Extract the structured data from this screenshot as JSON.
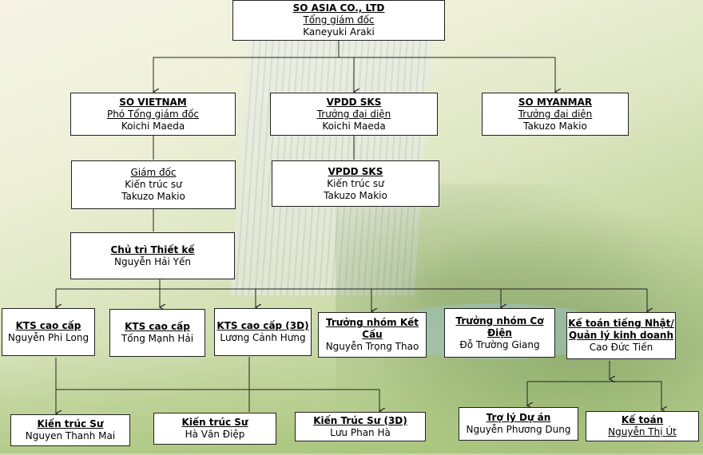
{
  "header": {
    "tagline": ""
  },
  "nodes": {
    "ceo": {
      "l1": "SO ASIA CO., LTD",
      "l2": "Tổng giám đốc",
      "l3": "Kaneyuki Araki"
    },
    "vietnam": {
      "l1": "SO VIETNAM",
      "l2": "Phó Tổng giám đốc",
      "l3": "Koichi Maeda"
    },
    "sks": {
      "l1": "VPDD SKS",
      "l2": "Trưởng đại diện",
      "l3": "Koichi Maeda"
    },
    "myanmar": {
      "l1": "SO MYANMAR",
      "l2": "Trưởng đại diện",
      "l3": "Takuzo Makio"
    },
    "director": {
      "l1": "Giám đốc",
      "l2": "Kiến trúc sư",
      "l3": "Takuzo Makio"
    },
    "sks2": {
      "l1": "VPDD SKS",
      "l2": "Kiến trúc sư",
      "l3": "Takuzo Makio"
    },
    "design_lead": {
      "l1": "Chủ trì Thiết kế",
      "l2": "Nguyễn Hải Yến"
    },
    "kts1": {
      "l1": "KTS cao cấp",
      "l2": "Nguyễn Phi Long"
    },
    "kts2": {
      "l1": "KTS cao cấp",
      "l2": "Tống Mạnh Hải"
    },
    "kts3": {
      "l1": "KTS cao cấp (3D)",
      "l2": "Lương Cảnh Hưng"
    },
    "structure": {
      "l1": "Trưởng nhóm Kết Cấu",
      "l2": "Nguyễn Trọng Thao"
    },
    "mep": {
      "l1": "Trưởng nhóm Cơ Điện",
      "l2": "Đỗ Trường Giang"
    },
    "accountant_lead": {
      "l1": "Kế toán tiếng Nhật/",
      "l2": "Quản lý kinh doanh",
      "l3": "Cao Đức Tiến"
    },
    "arch1": {
      "l1": "Kiến trúc Sư",
      "l2": "Nguyen Thanh Mai"
    },
    "arch2": {
      "l1": "Kiến trúc Sư",
      "l2": "Hà Văn Điệp"
    },
    "arch3": {
      "l1": "Kiến Trúc Sư (3D)",
      "l2": "Lưu Phan Hà"
    },
    "pa": {
      "l1": "Trợ lý Dự án",
      "l2": "Nguyễn Phương Dung"
    },
    "accountant": {
      "l1": "Kế toán",
      "l2": "Nguyễn Thị Út"
    }
  }
}
